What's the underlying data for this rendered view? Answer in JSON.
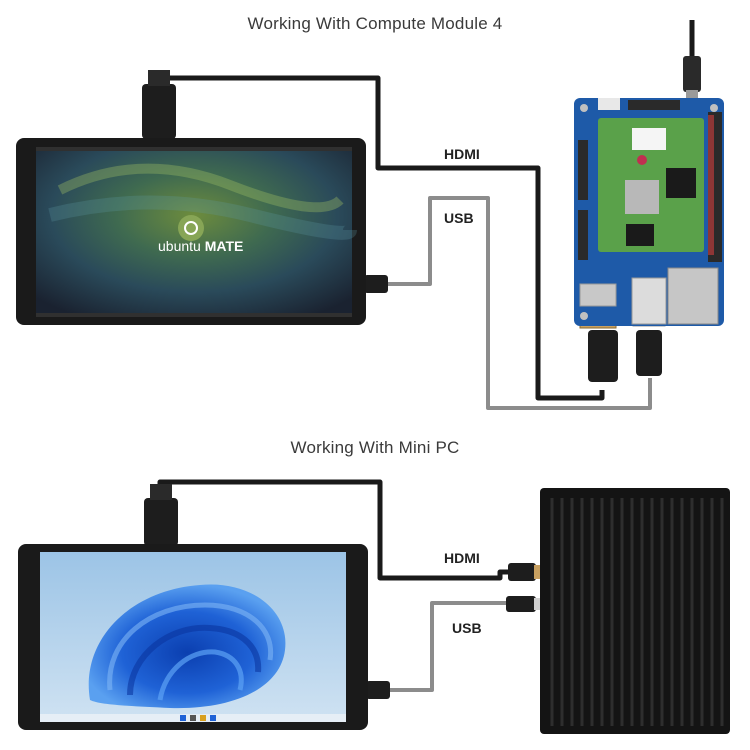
{
  "top_section": {
    "title": "Working With Compute Module 4",
    "cable_labels": {
      "hdmi": "HDMI",
      "usb": "USB"
    },
    "screen": {
      "os_logo_text_light": "ubuntu",
      "os_logo_text_bold": "MATE"
    }
  },
  "bottom_section": {
    "title": "Working With Mini PC",
    "cable_labels": {
      "hdmi": "HDMI",
      "usb": "USB"
    }
  },
  "colors": {
    "hdmi_cable": "#1a1a1a",
    "usb_cable": "#8c8c8c",
    "board_blue": "#1e5aa8",
    "cm4_green": "#5aa14a",
    "minipc_black": "#141414",
    "ubuntu_green": "#87a556",
    "win11_blue": "#1f62d6"
  }
}
